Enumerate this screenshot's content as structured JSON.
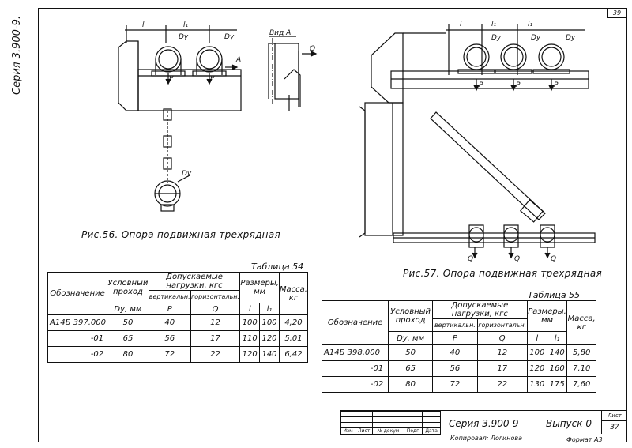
{
  "sheet": {
    "series_vertical": "Серия 3.900-9.",
    "corner_page": "39",
    "stamp": {
      "series": "Серия 3.900-9",
      "issue": "Выпуск 0",
      "sheet_label": "Лист",
      "sheet_no": "37",
      "cols": [
        "Изм",
        "Лист",
        "№ докум",
        "Подп",
        "Дата"
      ],
      "copied": "Копировал: Логинова",
      "format": "Формат  А3"
    }
  },
  "fig56": {
    "caption": "Рис.56. Опора подвижная трехрядная",
    "view": "Вид А",
    "labels": {
      "l": "l",
      "l1": "l₁",
      "dy": "Dy",
      "p": "P",
      "q": "Q",
      "a": "A"
    }
  },
  "fig57": {
    "caption": "Рис.57. Опора подвижная трехрядная",
    "labels": {
      "l": "l",
      "l1": "l₁",
      "dy": "Dy",
      "p": "P",
      "q": "Q"
    }
  },
  "table54": {
    "title": "Таблица 54",
    "h_designation": "Обозначение",
    "h_passage": "Условный проход",
    "h_dy": "Dу, мм",
    "h_loads": "Допускаемые нагрузки, кгс",
    "h_vert": "вертикальн.",
    "h_horiz": "горизонтальн.",
    "h_p": "P",
    "h_q": "Q",
    "h_sizes": "Размеры, мм",
    "h_l": "l",
    "h_l1": "l₁",
    "h_mass": "Масса, кг",
    "rows": [
      {
        "des": "А14Б 397.000",
        "dy": "50",
        "p": "40",
        "q": "12",
        "l": "100",
        "l1": "100",
        "m": "4,20"
      },
      {
        "des": "-01",
        "dy": "65",
        "p": "56",
        "q": "17",
        "l": "110",
        "l1": "120",
        "m": "5,01"
      },
      {
        "des": "-02",
        "dy": "80",
        "p": "72",
        "q": "22",
        "l": "120",
        "l1": "140",
        "m": "6,42"
      }
    ]
  },
  "table55": {
    "title": "Таблица 55",
    "h_designation": "Обозначение",
    "h_passage": "Условный проход",
    "h_dy": "Dу, мм",
    "h_loads": "Допускаемые нагрузки, кгс",
    "h_vert": "вертикальн.",
    "h_horiz": "горизонтальн.",
    "h_p": "P",
    "h_q": "Q",
    "h_sizes": "Размеры, мм",
    "h_l": "l",
    "h_l1": "l₁",
    "h_mass": "Масса, кг",
    "rows": [
      {
        "des": "А14Б 398.000",
        "dy": "50",
        "p": "40",
        "q": "12",
        "l": "100",
        "l1": "140",
        "m": "5,80"
      },
      {
        "des": "-01",
        "dy": "65",
        "p": "56",
        "q": "17",
        "l": "120",
        "l1": "160",
        "m": "7,10"
      },
      {
        "des": "-02",
        "dy": "80",
        "p": "72",
        "q": "22",
        "l": "130",
        "l1": "175",
        "m": "7,60"
      }
    ]
  }
}
